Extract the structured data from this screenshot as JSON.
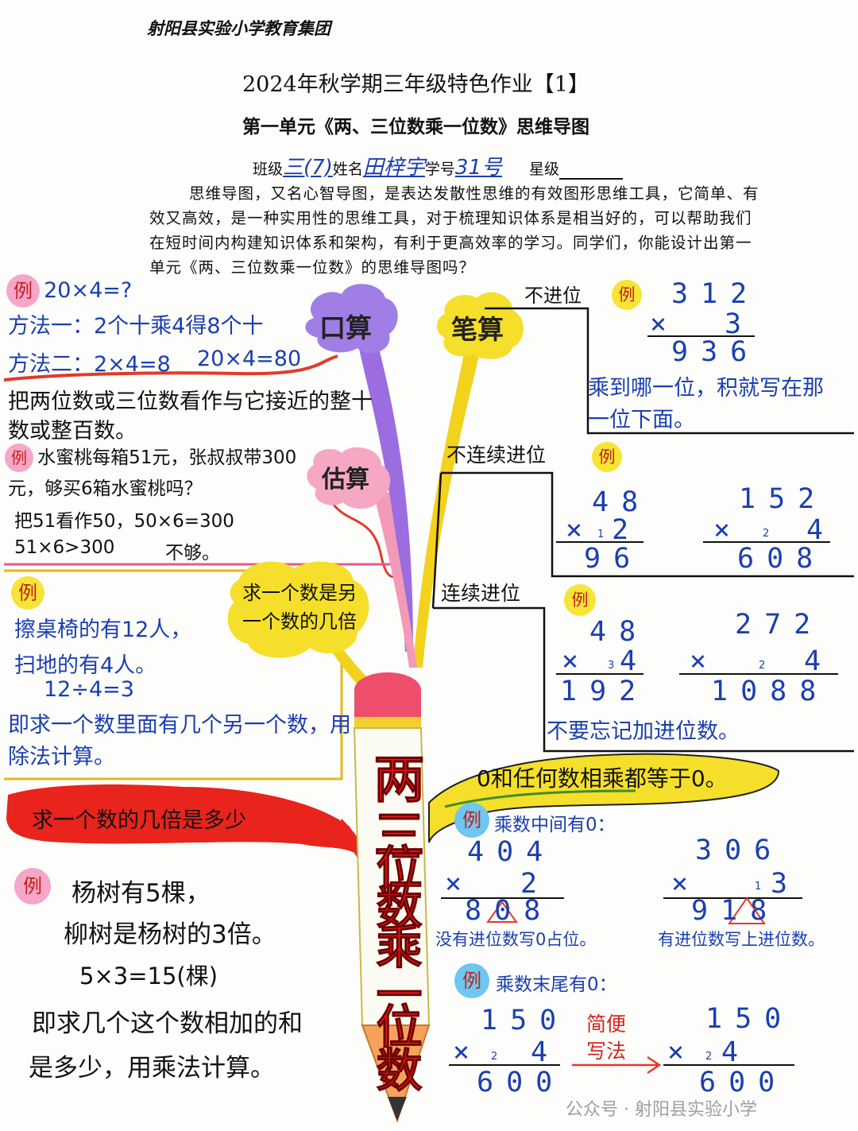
{
  "header": {
    "school": "射阳县实验小学教育集团",
    "title": "2024年秋学期三年级特色作业【1】",
    "subtitle": "第一单元《两、三位数乘一位数》思维导图",
    "class_label": "班级",
    "class_value": "三(7)",
    "name_label": "姓名",
    "name_value": "田梓宇",
    "number_label": "学号",
    "number_value": "31号",
    "star_label": "星级"
  },
  "intro": "思维导图，又名心智导图，是表达发散性思维的有效图形思维工具，它简单、有效又高效，是一种实用性的思维工具，对于梳理知识体系是相当好的，可以帮助我们在短时间内构建知识体系和架构，有利于更高效率的学习。同学们，你能设计出第一单元《两、三位数乘一位数》的思维导图吗？",
  "center": [
    "两",
    "三",
    "位",
    "数",
    "乘",
    "一",
    "位",
    "数"
  ],
  "li": "例",
  "oral": {
    "node": "口算",
    "example": "20×4=?",
    "method1": "方法一：2个十乘4得8个十",
    "method2a": "方法二：2×4=8",
    "method2b": "20×4=80"
  },
  "estimate": {
    "node": "估算",
    "rule_line1": "把两位数或三位数看作与它接近的整十",
    "rule_line2": "数或整百数。",
    "problem_line1": "水蜜桃每箱51元，张叔叔带300",
    "problem_line2": "元，够买6箱水蜜桃吗？",
    "solve_line1": "把51看作50，50×6=300",
    "solve_line2a": "51×6>300",
    "solve_line2b": "不够。"
  },
  "times": {
    "node_line1": "求一个数是另",
    "node_line2": "一个数的几倍",
    "ex_line1": "擦桌椅的有12人，",
    "ex_line2": "扫地的有4人。",
    "ex_line3": "12÷4=3",
    "rule_line1": "即求一个数里面有几个另一个数，用",
    "rule_line2": "除法计算。"
  },
  "multiple": {
    "banner": "求一个数的几倍是多少",
    "ex_line1": "杨树有5棵，",
    "ex_line2": "柳树是杨树的3倍。",
    "ex_line3": "5×3=15(棵)",
    "rule_line1": "即求几个这个数相加的和",
    "rule_line2": "是多少，用乘法计算。"
  },
  "written": {
    "node": "笔算",
    "no_carry": {
      "label": "不进位",
      "a": "312",
      "op": "×",
      "b": "3",
      "r": "936",
      "note_line1": "乘到哪一位，积就写在那",
      "note_line2": "一位下面。"
    },
    "non_consec": {
      "label": "不连续进位",
      "ex1": {
        "a": "48",
        "op": "×",
        "carry": "1",
        "b": "2",
        "r": "96"
      },
      "ex2": {
        "a": "152",
        "op": "×",
        "carry": "2",
        "b": "4",
        "r": "608"
      }
    },
    "consec": {
      "label": "连续进位",
      "ex1": {
        "a": "48",
        "op": "×",
        "carry": "3",
        "b": "4",
        "r": "192"
      },
      "ex2": {
        "a": "272",
        "op": "×",
        "carry": "2",
        "b": "4",
        "r": "1088"
      },
      "note": "不要忘记加进位数。"
    }
  },
  "zero": {
    "banner": "0和任何数相乘都等于0。",
    "middle_title": "乘数中间有0：",
    "m1": {
      "a": "404",
      "op": "×",
      "b": "2",
      "r": "808",
      "note": "没有进位数写0占位。"
    },
    "m2": {
      "a": "306",
      "op": "×",
      "carry": "1",
      "b": "3",
      "r": "918",
      "note": "有进位数写上进位数。"
    },
    "end_title": "乘数末尾有0：",
    "e1": {
      "a": "150",
      "op": "×",
      "carry": "2",
      "b": "4",
      "r": "600"
    },
    "e2": {
      "a": "150",
      "op": "×",
      "carry": "2",
      "b": "4",
      "r": "600"
    },
    "shortcut_line1": "简便",
    "shortcut_line2": "写法"
  },
  "watermark": "公众号 · 射阳县实验小学"
}
